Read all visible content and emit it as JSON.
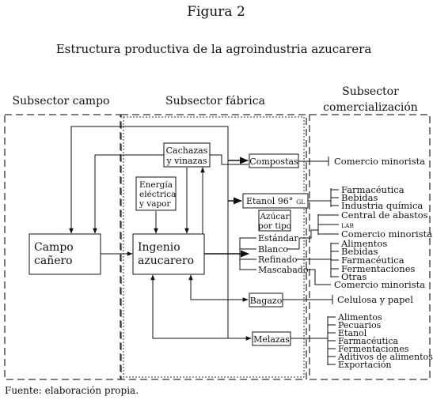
{
  "figure_title": "Figura 2",
  "subtitle": "Estructura productiva de la agroindustria azucarera",
  "source_note": "Fuente: elaboración propia.",
  "sections": {
    "campo": "Subsector campo",
    "fabrica": "Subsector fábrica",
    "comercializacion_1": "Subsector",
    "comercializacion_2": "comercialización"
  },
  "nodes": {
    "campo_1": "Campo",
    "campo_2": "cañero",
    "ingenio_1": "Ingenio",
    "ingenio_2": "azucarero",
    "cachazas_1": "Cachazas",
    "cachazas_2": "y vinazas",
    "energia_1": "Energía",
    "energia_2": "eléctrica",
    "energia_3": "y vapor",
    "composta": "Compostas",
    "etanol": "Etanol 96°",
    "etanol_unit": "GL",
    "azucar_1": "Azúcar",
    "azucar_2": "por tipo",
    "estandar": "Estándar",
    "blanco": "Blanco",
    "refinado": "Refinado",
    "mascabado": "Mascabado",
    "bagazo": "Bagazo",
    "melazas": "Melazas"
  },
  "outputs": {
    "composta": [
      "Comercio minorista"
    ],
    "etanol": [
      "Farmacéutica",
      "Bebidas",
      "Industria química"
    ],
    "estandar": [
      "Central de abastos",
      "LAB",
      "Comercio minorista"
    ],
    "refinado": [
      "Alimentos",
      "Bebidas",
      "Farmacéutica",
      "Fermentaciones",
      "Otras"
    ],
    "mascabado": [
      "Comercio minorista"
    ],
    "bagazo": [
      "Celulosa y papel"
    ],
    "melazas": [
      "Alimentos",
      "Pecuarios",
      "Etanol",
      "Farmacéutica",
      "Fermentaciones",
      "Aditivos de alimentos",
      "Exportación"
    ]
  }
}
